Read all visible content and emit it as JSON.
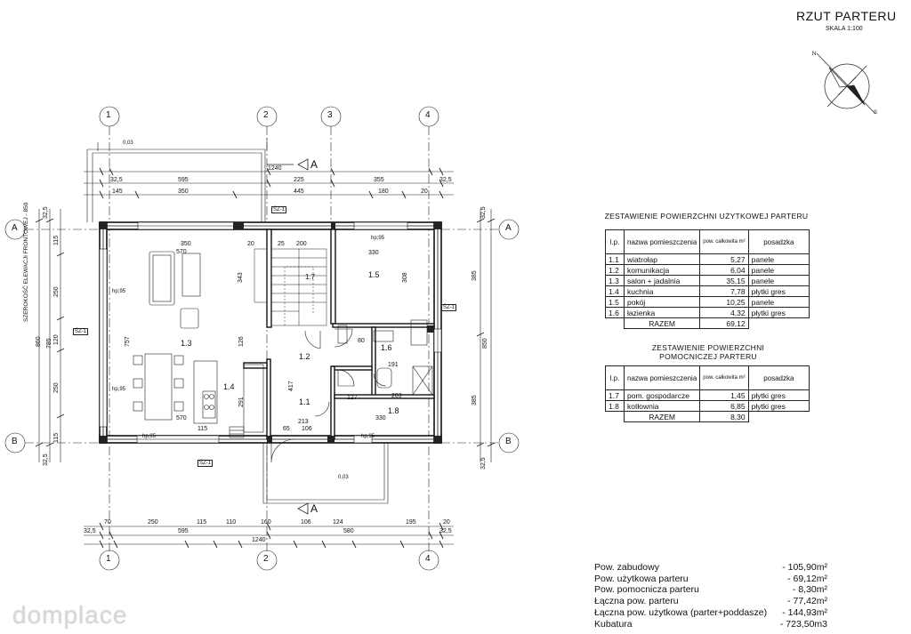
{
  "header": {
    "title": "RZUT PARTERU",
    "scale": "SKALA 1:100"
  },
  "axes": {
    "col_1": "1",
    "col_2": "2",
    "col_3": "3",
    "col_4": "4",
    "row_a": "A",
    "row_b": "B"
  },
  "section_marks": {
    "top": "A",
    "bottom": "A"
  },
  "rooms": {
    "r1_1": "1.1",
    "r1_2": "1.2",
    "r1_3": "1.3",
    "r1_4": "1.4",
    "r1_5": "1.5",
    "r1_6": "1.6",
    "r1_7": "1.7",
    "r1_8": "1.8"
  },
  "dims": {
    "top_total": "1240",
    "top_a1": "32,5",
    "top_a2": "595",
    "top_a3": "225",
    "top_a4": "355",
    "top_a5": "32,5",
    "top_b1": "145",
    "top_b2": "350",
    "top_b3": "445",
    "top_b4": "180",
    "top_b5": "20",
    "bot_total": "1240",
    "bot_a1": "32,5",
    "bot_a2": "595",
    "bot_a3": "580",
    "bot_a4": "32,5",
    "bot_b1": "70",
    "bot_b2": "250",
    "bot_b3": "115",
    "bot_b4": "110",
    "bot_b5": "160",
    "bot_b6": "106",
    "bot_b7": "124",
    "bot_b8": "195",
    "bot_b9": "20",
    "left_total": "860",
    "left_a1": "32,5",
    "left_a2": "785",
    "left_a3": "32,5",
    "right_total": "850",
    "right_a1": "32,5",
    "right_a2": "385",
    "right_a3": "385",
    "right_a4": "32,5",
    "left_b1": "115",
    "left_b2": "250",
    "left_b3": "120",
    "left_b4": "250",
    "left_b5": "115",
    "in_570": "570",
    "in_350": "350",
    "in_330": "330",
    "in_200": "200",
    "in_25": "25",
    "in_20": "20",
    "in_343": "343",
    "in_308": "308",
    "in_417": "417",
    "in_291": "291",
    "in_126": "126",
    "in_757": "757",
    "in_213": "213",
    "in_106": "106",
    "in_65": "65",
    "in_115": "115",
    "in_191": "191",
    "in_203": "203",
    "in_127": "127",
    "in_80": "80",
    "hp_95": "hp;95",
    "hp_95b": "hp,95",
    "sz1": "ŚZ-1",
    "v_label": "SZEROKOŚĆ ELEWACJI FRONTOWEJ - 850",
    "o003": "0,03"
  },
  "table_usable": {
    "caption": "ZESTAWIENIE POWIERZCHNI UŻYTKOWEJ PARTERU",
    "headers": {
      "lp": "l.p.",
      "name": "nazwa pomieszczenia",
      "area": "pow. całkowita m²",
      "floor": "posadzka"
    },
    "rows": [
      {
        "lp": "1.1",
        "name": "wiatrołap",
        "area": "5,27",
        "floor": "panele"
      },
      {
        "lp": "1.2",
        "name": "komunikacja",
        "area": "6,04",
        "floor": "panele"
      },
      {
        "lp": "1.3",
        "name": "salon + jadalnia",
        "area": "35,15",
        "floor": "panele"
      },
      {
        "lp": "1.4",
        "name": "kuchnia",
        "area": "7,78",
        "floor": "płytki gres"
      },
      {
        "lp": "1.5",
        "name": "pokój",
        "area": "10,25",
        "floor": "panele"
      },
      {
        "lp": "1.6",
        "name": "łazienka",
        "area": "4,32",
        "floor": "płytki gres"
      }
    ],
    "total_label": "RAZEM",
    "total": "69,12"
  },
  "table_aux": {
    "caption_1": "ZESTAWIENIE POWIERZCHNI",
    "caption_2": "POMOCNICZEJ PARTERU",
    "headers": {
      "lp": "l.p.",
      "name": "nazwa pomieszczenia",
      "area": "pow. całkowita m²",
      "floor": "posadzka"
    },
    "rows": [
      {
        "lp": "1.7",
        "name": "pom. gospodarcze",
        "area": "1,45",
        "floor": "płytki gres"
      },
      {
        "lp": "1.8",
        "name": "kotłownia",
        "area": "6,85",
        "floor": "płytki gres"
      }
    ],
    "total_label": "RAZEM",
    "total": "8,30"
  },
  "summary": [
    {
      "label": "Pow. zabudowy",
      "value": "- 105,90m²"
    },
    {
      "label": "Pow. użytkowa parteru",
      "value": "- 69,12m²"
    },
    {
      "label": "Pow. pomocnicza parteru",
      "value": "- 8,30m²"
    },
    {
      "label": "Łączna pow. parteru",
      "value": "- 77,42m²"
    },
    {
      "label": "Łączna pow. użytkowa (parter+poddasze)",
      "value": "- 144,93m²"
    },
    {
      "label": "Kubatura",
      "value": "- 723,50m3"
    }
  ],
  "compass": {
    "n": "N",
    "s": "S"
  },
  "watermark": "domplace"
}
